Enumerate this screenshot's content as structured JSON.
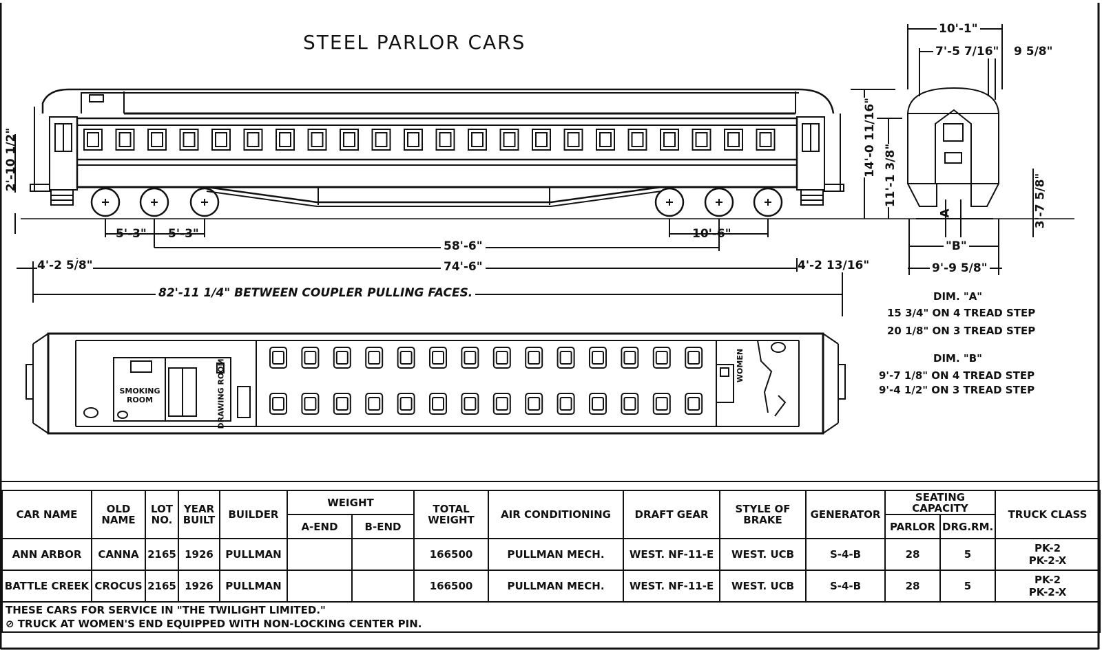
{
  "title": "STEEL PARLOR CARS",
  "elevation_dims": {
    "truck_spacing_1": "5'-3\"",
    "truck_spacing_2": "5'-3\"",
    "truck_spacing_3": "10'-6\"",
    "truck_centers": "58'-6\"",
    "body_length": "74'-6\"",
    "overhang_left": "4'-2 5/8\"",
    "overhang_right": "4'-2 13/16\"",
    "coupler_length": "82'-11 1/4\" BETWEEN COUPLER PULLING FACES.",
    "end_height": "2'-10 1/2\"",
    "overall_height": "14'-0 11/16\"",
    "floor_height": "11'-1 3/8\""
  },
  "end_view_dims": {
    "overall_width": "10'-1\"",
    "inner_width": "7'-5 7/16\"",
    "offset": "9 5/8\"",
    "step_height": "3'-7 5/8\"",
    "dim_a_label": "A",
    "dim_b_label": "\"B\"",
    "step_width": "9'-9 5/8\""
  },
  "dim_notes": {
    "a_title": "DIM. \"A\"",
    "a_line1": "15 3/4\" ON 4 TREAD STEP",
    "a_line2": "20 1/8\" ON 3 TREAD STEP",
    "b_title": "DIM. \"B\"",
    "b_line1": "9'-7 1/8\" ON 4 TREAD STEP",
    "b_line2": "9'-4 1/2\" ON 3 TREAD STEP"
  },
  "plan_labels": {
    "smoking_room": "SMOKING ROOM",
    "drawing_room": "DRAWING ROOM",
    "women": "WOMEN"
  },
  "table": {
    "headers": {
      "car_name": "CAR NAME",
      "old_name": "OLD NAME",
      "lot_no": "LOT NO.",
      "year_built": "YEAR BUILT",
      "builder": "BUILDER",
      "weight": "WEIGHT",
      "a_end": "A-END",
      "b_end": "B-END",
      "total_weight": "TOTAL WEIGHT",
      "air_conditioning": "AIR CONDITIONING",
      "draft_gear": "DRAFT GEAR",
      "style_of_brake": "STYLE OF BRAKE",
      "generator": "GENERATOR",
      "seating_capacity": "SEATING CAPACITY",
      "parlor": "PARLOR",
      "drg_rm": "DRG.RM.",
      "truck_class": "TRUCK CLASS"
    },
    "rows": [
      {
        "car_name": "ANN ARBOR",
        "old_name": "CANNA",
        "lot_no": "2165",
        "year_built": "1926",
        "builder": "PULLMAN",
        "a_end": "",
        "b_end": "",
        "total_weight": "166500",
        "air_conditioning": "PULLMAN MECH.",
        "draft_gear": "WEST. NF-11-E",
        "style_of_brake": "WEST. UCB",
        "generator": "S-4-B",
        "parlor": "28",
        "drg_rm": "5",
        "truck_class_1": "PK-2",
        "truck_class_2": "PK-2-X"
      },
      {
        "car_name": "BATTLE CREEK",
        "old_name": "CROCUS",
        "lot_no": "2165",
        "year_built": "1926",
        "builder": "PULLMAN",
        "a_end": "",
        "b_end": "",
        "total_weight": "166500",
        "air_conditioning": "PULLMAN MECH.",
        "draft_gear": "WEST. NF-11-E",
        "style_of_brake": "WEST. UCB",
        "generator": "S-4-B",
        "parlor": "28",
        "drg_rm": "5",
        "truck_class_1": "PK-2",
        "truck_class_2": "PK-2-X"
      }
    ],
    "footnote_1": "THESE CARS FOR SERVICE IN \"THE TWILIGHT LIMITED.\"",
    "footnote_2": "⊘ TRUCK AT WOMEN'S END EQUIPPED WITH NON-LOCKING CENTER PIN."
  }
}
